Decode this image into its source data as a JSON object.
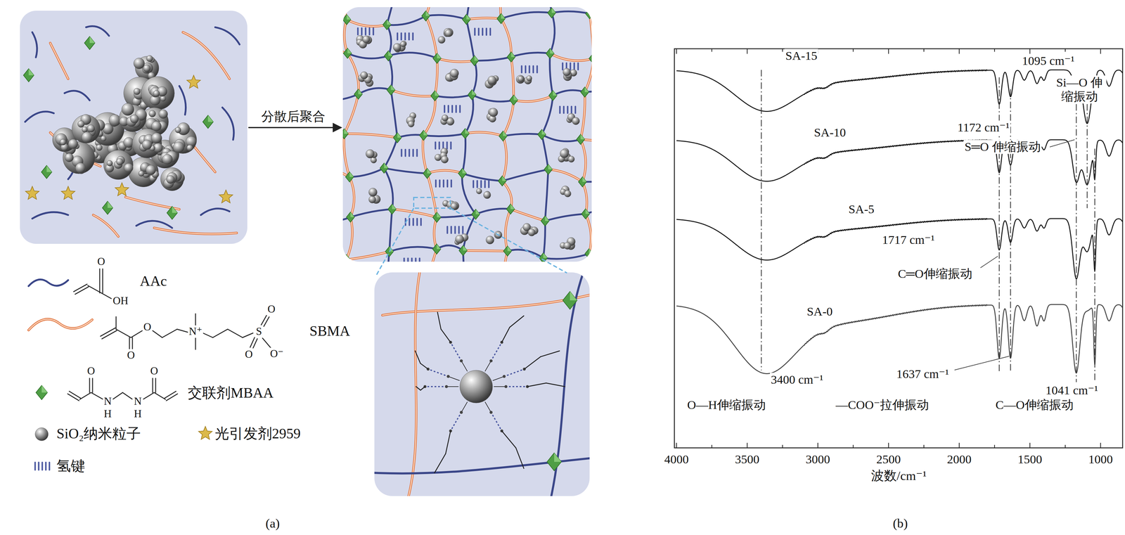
{
  "diagram": {
    "labels": [
      "分散后聚合",
      "O",
      "OH",
      "O",
      "N⁺",
      "O",
      "S",
      "O",
      "O",
      "O⁻",
      "O",
      "O",
      "N",
      "N",
      "H",
      "H",
      "1095 cm⁻¹",
      "Si—O 伸缩振动",
      "SA-15",
      "1172 cm⁻¹",
      "S═O 伸缩振动",
      "SA-10",
      "SA-5",
      "1717 cm⁻¹",
      "C═O伸缩振动",
      "SA-0",
      "1637 cm⁻¹",
      "3400 cm⁻¹",
      "1041 cm⁻¹",
      "O—H伸缩振动",
      "—COO⁻拉伸振动",
      "C—O伸缩振动",
      "4000",
      "3500",
      "3000",
      "2500",
      "2000",
      "1500",
      "1000",
      "波数/cm⁻¹",
      "(a)",
      "(b)"
    ],
    "legend": [
      {
        "text": "AAc"
      },
      {
        "text": "SBMA"
      },
      {
        "text": "交联剂MBAA"
      },
      {
        "text": "SiO₂纳米粒子"
      },
      {
        "text": "光引发剂2959"
      },
      {
        "text": "氢键"
      }
    ]
  }
}
